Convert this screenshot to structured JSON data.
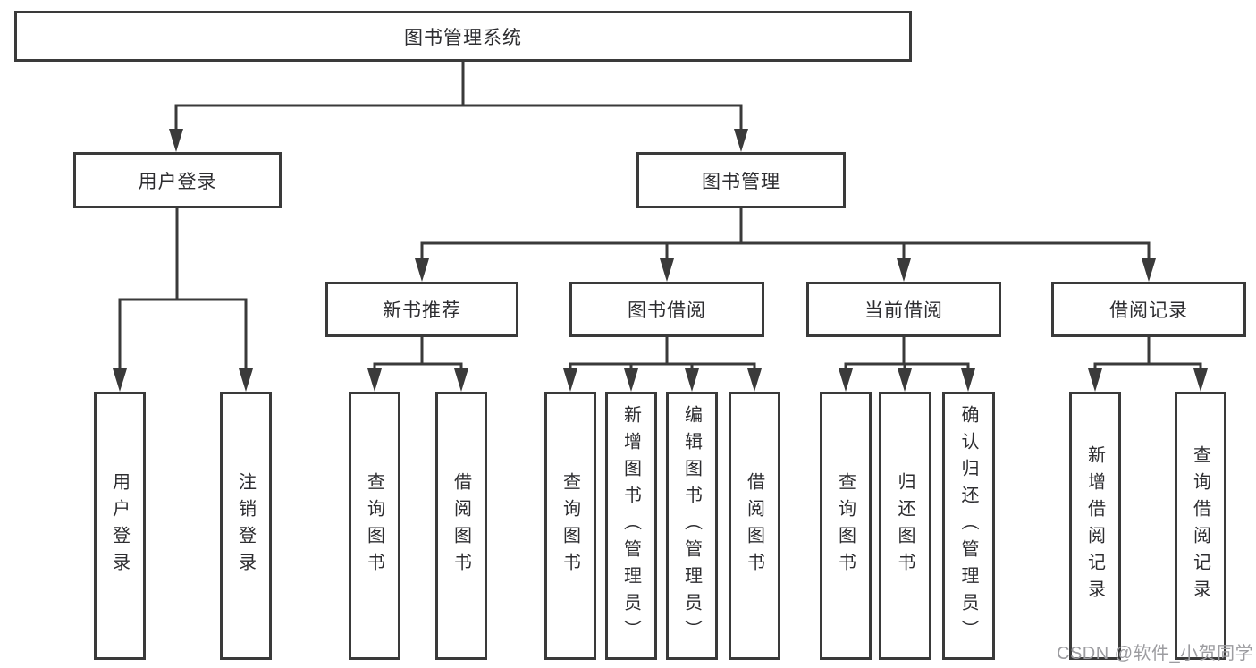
{
  "diagram": {
    "title": "图书管理系统",
    "type": "functional-structure-tree",
    "colors": {
      "line": "#3a3a3a",
      "box_border": "#3a3a3a",
      "box_background": "#ffffff",
      "text": "#2d2d30",
      "watermark": "#9c9ca0",
      "background": "#ffffff"
    },
    "watermark": "CSDN @软件_小贺同学"
  },
  "nodes": {
    "root": {
      "label": "图书管理系统"
    },
    "user_login": {
      "label": "用户登录"
    },
    "book_mgmt": {
      "label": "图书管理"
    },
    "new_book_rec": {
      "label": "新书推荐"
    },
    "book_borrow": {
      "label": "图书借阅"
    },
    "current_borrow": {
      "label": "当前借阅"
    },
    "borrow_record": {
      "label": "借阅记录"
    },
    "ul_user_login": {
      "label": "用户登录"
    },
    "ul_logout": {
      "label": "注销登录"
    },
    "nb_query_book": {
      "label": "查询图书"
    },
    "nb_borrow_book": {
      "label": "借阅图书"
    },
    "bb_query_book": {
      "label": "查询图书"
    },
    "bb_add_book": {
      "label": "新增图书（管理员）"
    },
    "bb_edit_book": {
      "label": "编辑图书（管理员）"
    },
    "bb_borrow_book": {
      "label": "借阅图书"
    },
    "cb_query_book": {
      "label": "查询图书"
    },
    "cb_return_book": {
      "label": "归还图书"
    },
    "cb_confirm_ret": {
      "label": "确认归还（管理员）"
    },
    "br_add_record": {
      "label": "新增借阅记录"
    },
    "br_query_record": {
      "label": "查询借阅记录"
    }
  },
  "hierarchy": {
    "图书管理系统": {
      "用户登录": [
        "用户登录",
        "注销登录"
      ],
      "图书管理": {
        "新书推荐": [
          "查询图书",
          "借阅图书"
        ],
        "图书借阅": [
          "查询图书",
          "新增图书（管理员）",
          "编辑图书（管理员）",
          "借阅图书"
        ],
        "当前借阅": [
          "查询图书",
          "归还图书",
          "确认归还（管理员）"
        ],
        "借阅记录": [
          "新增借阅记录",
          "查询借阅记录"
        ]
      }
    }
  }
}
